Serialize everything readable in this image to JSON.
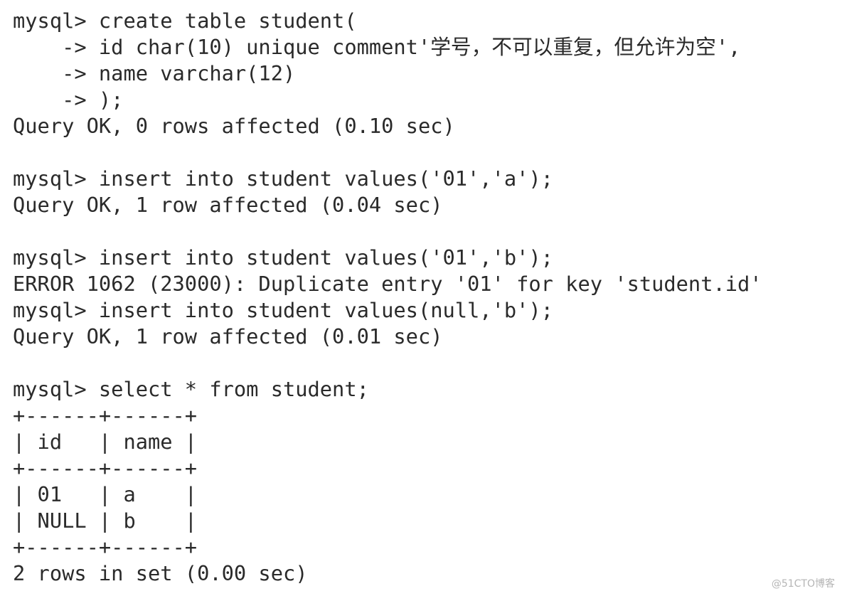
{
  "terminal": {
    "lines": [
      "mysql> create table student(",
      "    -> id char(10) unique comment'学号，不可以重复，但允许为空',",
      "    -> name varchar(12)",
      "    -> );",
      "Query OK, 0 rows affected (0.10 sec)",
      "",
      "mysql> insert into student values('01','a');",
      "Query OK, 1 row affected (0.04 sec)",
      "",
      "mysql> insert into student values('01','b');",
      "ERROR 1062 (23000): Duplicate entry '01' for key 'student.id'",
      "mysql> insert into student values(null,'b');",
      "Query OK, 1 row affected (0.01 sec)",
      "",
      "mysql> select * from student;",
      "+------+------+",
      "| id   | name |",
      "+------+------+",
      "| 01   | a    |",
      "| NULL | b    |",
      "+------+------+",
      "2 rows in set (0.00 sec)"
    ]
  },
  "watermark": "@51CTO博客"
}
